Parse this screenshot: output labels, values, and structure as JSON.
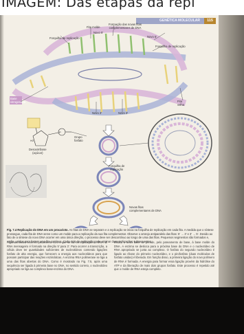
{
  "banner": {
    "text": "IMAGEM: Das etapas da repl"
  },
  "header": {
    "section": "GENÉTICA MOLECULAR",
    "page_number": "115"
  },
  "figure": {
    "labels": {
      "fita_molde": "Fita molde",
      "novas_fitas_top": "Formação das novas fitas\ncomplementares de DNA",
      "novo5_a": "Novo 5'",
      "novo5_b": "Novo 5'",
      "forquilha_a": "Forquilha de replicação",
      "forquilha_b": "Forquilha de replicação",
      "novo3_a": "Novo 3'",
      "novo3_b": "Novo 3'",
      "fita_velha": "Fita\nvelha",
      "base": "Base\nnitrogenada",
      "grupo_fosfato": "Grupo\nfosfato",
      "desoxirribose": "Desoxirribose\n(açúcar)",
      "forquilha_c": "Forquilha de\nreplicação",
      "novas_fitas_bottom": "Novas fitas\ncomplementares de DNA"
    }
  },
  "caption": {
    "title": "Fig. 7.4 Replicação do DNA em um procarioto.",
    "body": "As fitas de DNA se separam e a replicação se inicia na forquilha de replicação em cada fita. A medida que o síntese prossegue, cada fita de DNA serve como um molde para a replicação da sua fita complementar. Observe o arranjo antiparalelo das fitas: 5' → 3' e 3' → 5'. Devido ao fato de a síntese do novo DNA ocorrer em uma única direção, o processo deve ser descontínuo ao longo de uma das fitas. Pequenos segmentos são formados e, então, unidos para formar uma fita contínua. Cada ciclo de replicação pode originar duas replicações subsequentes."
  },
  "columns": {
    "left": "Algumas bases ocorrem juntamente com o que se faz na replicação do DNA. O RNA mensageiro é formado na direção 5' para 3'. Para ocorrer a transcrição, a célula deve ter quantidades suficientes de nucleotídeos contendo ligações fosfato de alta energia, que fornecem a energia aos nucleotídeos para que possam participar das reações enzimáticas. A enzima RNA polimerase se liga a uma das fitas abertas do DNA. Como é mostrado na Fig. 7.5, após uma sequência ser ligada à primeira base no DNA, no sentido correto, o nucleotídeo apropriado se liga ao complexo base-enzima do DNA.",
    "right": "Então, a nova base se prende, pelo pareamento de base, à base molde do DNA. A enzima se desloca para a próxima base do DNA e o nucleotídeo de RNA apropriado se junta ao complexo. O fosfato do segundo nucleotídeo é ligado ao ribose do primeiro nucleotídeo, e o pirofosfato (duas moléculas de fosfato unidas) é liberado. Em função disso, a primeira ligação do novo polímero de RNA é formada. A energia para formar essa ligação provém da hidrólise do ATP e da liberação de mais dois grupos fosfato. Este processo é repetido até que o molde de RNA esteja completo."
  },
  "colors": {
    "page": "#f3efe6",
    "helix_pink": "#d9b6d8",
    "helix_blue": "#a9b3d6",
    "base_green": "#8fc06f",
    "base_yellow": "#e8d27a",
    "highlight_box": "#c99bc8",
    "header_band": "#9fa6c8",
    "page_number_badge": "#b8862e"
  }
}
